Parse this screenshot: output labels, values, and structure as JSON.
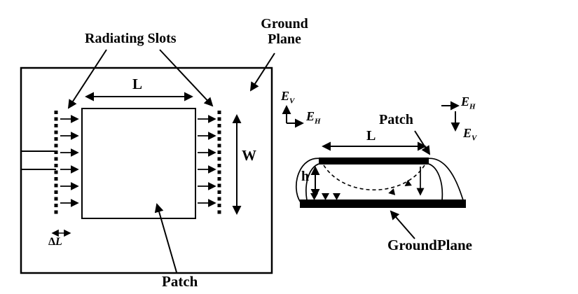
{
  "axes": {
    "e": "E",
    "v": "V",
    "h": "H"
  },
  "left_view": {
    "radiating_slots": "Radiating Slots",
    "ground_plane_line1": "Ground",
    "ground_plane_line2": "Plane",
    "length": "L",
    "width": "W",
    "delta": "Δ",
    "delta_length": "L",
    "patch": "Patch"
  },
  "right_view": {
    "patch": "Patch",
    "length": "L",
    "height": "h",
    "ground_plane": "GroundPlane"
  },
  "colors": {
    "ink": "#000000",
    "background": "#ffffff"
  }
}
